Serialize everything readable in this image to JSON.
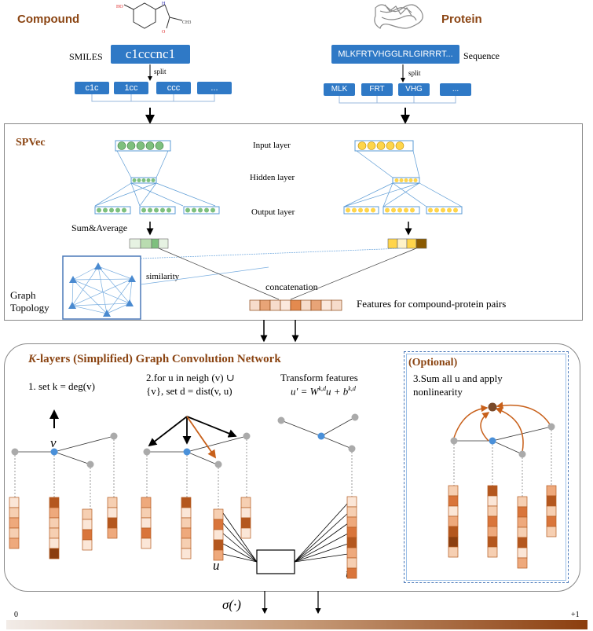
{
  "top": {
    "compound_title": "Compound",
    "protein_title": "Protein",
    "smiles_label": "SMILES",
    "smiles_value": "c1cccnc1",
    "sequence_value": "MLKFRTVHGGLRLGIRRRT...",
    "sequence_label": "Sequence",
    "split_left": "split",
    "split_right": "split",
    "compound_tokens": [
      "c1c",
      "1cc",
      "ccc",
      "..."
    ],
    "protein_tokens": [
      "MLK",
      "FRT",
      "VHG",
      "..."
    ]
  },
  "spvec": {
    "title": "SPVec",
    "input_layer": "Input layer",
    "hidden_layer": "Hidden layer",
    "output_layer": "Output layer",
    "sum_average": "Sum&Average",
    "similarity": "similarity",
    "graph_topology": "Graph\nTopology",
    "concatenation": "concatenation",
    "features_pairs": "Features for compound-protein pairs"
  },
  "gcn": {
    "title_k": "K",
    "title_rest": "-layers (Simplified) Graph  Convolution Network",
    "step1": "1. set k = deg(v)",
    "step2_line1": "2.for u in neigh (v) ∪",
    "step2_line2": "{v}, set d = dist(v, u)",
    "transform": "Transform features",
    "transform_eq": "u′ = W",
    "transform_sup1": "k,d",
    "transform_mid": "u + b",
    "transform_sup2": "k,d",
    "optional": "(Optional)",
    "step3_line1": "3.Sum all u and apply",
    "step3_line2": "nonlinearity",
    "node_v": "v",
    "node_u": "u",
    "node_uprime": "u′",
    "sigma": "σ(·)",
    "scale_min": "0",
    "scale_max": "+1"
  },
  "colors": {
    "blue_box": "#2f79c6",
    "brown": "#8b4513",
    "frame": "#888888",
    "node_blue": "#4a90d9",
    "node_gray": "#aaaaaa",
    "orange": "#c8601a"
  }
}
